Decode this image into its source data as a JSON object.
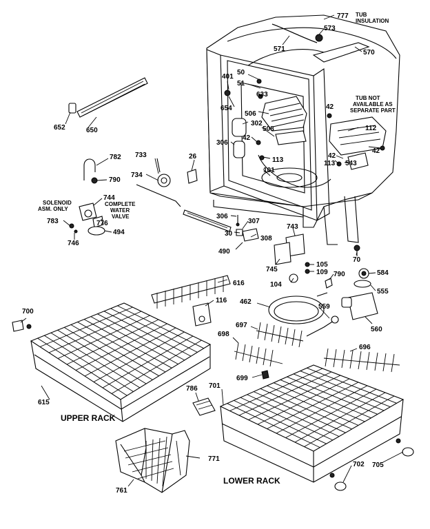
{
  "parts": [
    {
      "id": "p777",
      "label": "777"
    },
    {
      "id": "p573",
      "label": "573"
    },
    {
      "id": "p571",
      "label": "571"
    },
    {
      "id": "p570",
      "label": "570"
    },
    {
      "id": "p401",
      "label": "401"
    },
    {
      "id": "p50",
      "label": "50"
    },
    {
      "id": "p51",
      "label": "51"
    },
    {
      "id": "p633",
      "label": "633"
    },
    {
      "id": "p654",
      "label": "654"
    },
    {
      "id": "p506",
      "label": "506"
    },
    {
      "id": "p42a",
      "label": "42"
    },
    {
      "id": "p302",
      "label": "302"
    },
    {
      "id": "p508",
      "label": "508"
    },
    {
      "id": "p42b",
      "label": "42"
    },
    {
      "id": "p112",
      "label": "112"
    },
    {
      "id": "p306a",
      "label": "306"
    },
    {
      "id": "p113a",
      "label": "113"
    },
    {
      "id": "p42c",
      "label": "42"
    },
    {
      "id": "p113b",
      "label": "113"
    },
    {
      "id": "p543",
      "label": "543"
    },
    {
      "id": "p42d",
      "label": "42"
    },
    {
      "id": "p652",
      "label": "652"
    },
    {
      "id": "p650",
      "label": "650"
    },
    {
      "id": "p733",
      "label": "733"
    },
    {
      "id": "p26",
      "label": "26"
    },
    {
      "id": "p101",
      "label": "101"
    },
    {
      "id": "p782",
      "label": "782"
    },
    {
      "id": "p790a",
      "label": "790"
    },
    {
      "id": "p734",
      "label": "734"
    },
    {
      "id": "p744",
      "label": "744"
    },
    {
      "id": "p776",
      "label": "776"
    },
    {
      "id": "p783",
      "label": "783"
    },
    {
      "id": "p494",
      "label": "494"
    },
    {
      "id": "p746",
      "label": "746"
    },
    {
      "id": "p306b",
      "label": "306"
    },
    {
      "id": "p307",
      "label": "307"
    },
    {
      "id": "p743",
      "label": "743"
    },
    {
      "id": "p30",
      "label": "30"
    },
    {
      "id": "p308",
      "label": "308"
    },
    {
      "id": "p490",
      "label": "490"
    },
    {
      "id": "p70",
      "label": "70"
    },
    {
      "id": "p745",
      "label": "745"
    },
    {
      "id": "p105",
      "label": "105"
    },
    {
      "id": "p109",
      "label": "109"
    },
    {
      "id": "p104",
      "label": "104"
    },
    {
      "id": "p790b",
      "label": "790"
    },
    {
      "id": "p584",
      "label": "584"
    },
    {
      "id": "p555",
      "label": "555"
    },
    {
      "id": "p616",
      "label": "616"
    },
    {
      "id": "p116",
      "label": "116"
    },
    {
      "id": "p462",
      "label": "462"
    },
    {
      "id": "p559",
      "label": "559"
    },
    {
      "id": "p560",
      "label": "560"
    },
    {
      "id": "p700",
      "label": "700"
    },
    {
      "id": "p697",
      "label": "697"
    },
    {
      "id": "p698",
      "label": "698"
    },
    {
      "id": "p696",
      "label": "696"
    },
    {
      "id": "p699",
      "label": "699"
    },
    {
      "id": "p615",
      "label": "615"
    },
    {
      "id": "p786",
      "label": "786"
    },
    {
      "id": "p701",
      "label": "701"
    },
    {
      "id": "p771",
      "label": "771"
    },
    {
      "id": "p761",
      "label": "761"
    },
    {
      "id": "p702",
      "label": "702"
    },
    {
      "id": "p705",
      "label": "705"
    }
  ],
  "notes": {
    "tub_insulation": [
      "TUB",
      "INSULATION"
    ],
    "tub_not_available": [
      "TUB NOT",
      "AVAILABLE AS",
      "SEPARATE PART"
    ],
    "solenoid": [
      "SOLENOID",
      "ASM. ONLY"
    ],
    "complete_valve": [
      "COMPLETE",
      "WATER",
      "VALVE"
    ]
  },
  "sections": {
    "upper_rack": "UPPER RACK",
    "lower_rack": "LOWER RACK"
  }
}
